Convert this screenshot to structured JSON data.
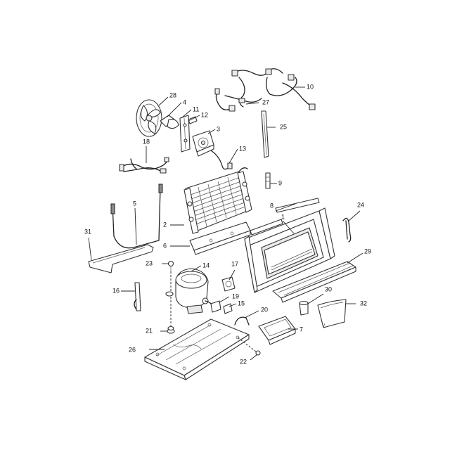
{
  "callouts": [
    {
      "id": "1",
      "text": "1"
    },
    {
      "id": "2",
      "text": "2"
    },
    {
      "id": "3",
      "text": "3"
    },
    {
      "id": "4",
      "text": "4"
    },
    {
      "id": "5",
      "text": "5"
    },
    {
      "id": "6",
      "text": "6"
    },
    {
      "id": "7",
      "text": "7"
    },
    {
      "id": "8",
      "text": "8"
    },
    {
      "id": "9",
      "text": "9"
    },
    {
      "id": "10",
      "text": "10"
    },
    {
      "id": "11",
      "text": "11"
    },
    {
      "id": "12",
      "text": "12"
    },
    {
      "id": "13",
      "text": "13"
    },
    {
      "id": "14",
      "text": "14"
    },
    {
      "id": "15",
      "text": "15"
    },
    {
      "id": "16",
      "text": "16"
    },
    {
      "id": "17",
      "text": "17"
    },
    {
      "id": "18",
      "text": "18"
    },
    {
      "id": "19",
      "text": "19"
    },
    {
      "id": "20",
      "text": "20"
    },
    {
      "id": "21",
      "text": "21"
    },
    {
      "id": "22",
      "text": "22"
    },
    {
      "id": "23",
      "text": "23"
    },
    {
      "id": "25",
      "text": "25"
    },
    {
      "id": "26",
      "text": "26"
    },
    {
      "id": "27",
      "text": "27"
    },
    {
      "id": "28",
      "text": "28"
    },
    {
      "id": "29",
      "text": "29"
    },
    {
      "id": "30",
      "text": "30"
    },
    {
      "id": "31",
      "text": "31"
    },
    {
      "id": "32",
      "text": "32"
    },
    {
      "id": "24",
      "text": "24"
    }
  ]
}
